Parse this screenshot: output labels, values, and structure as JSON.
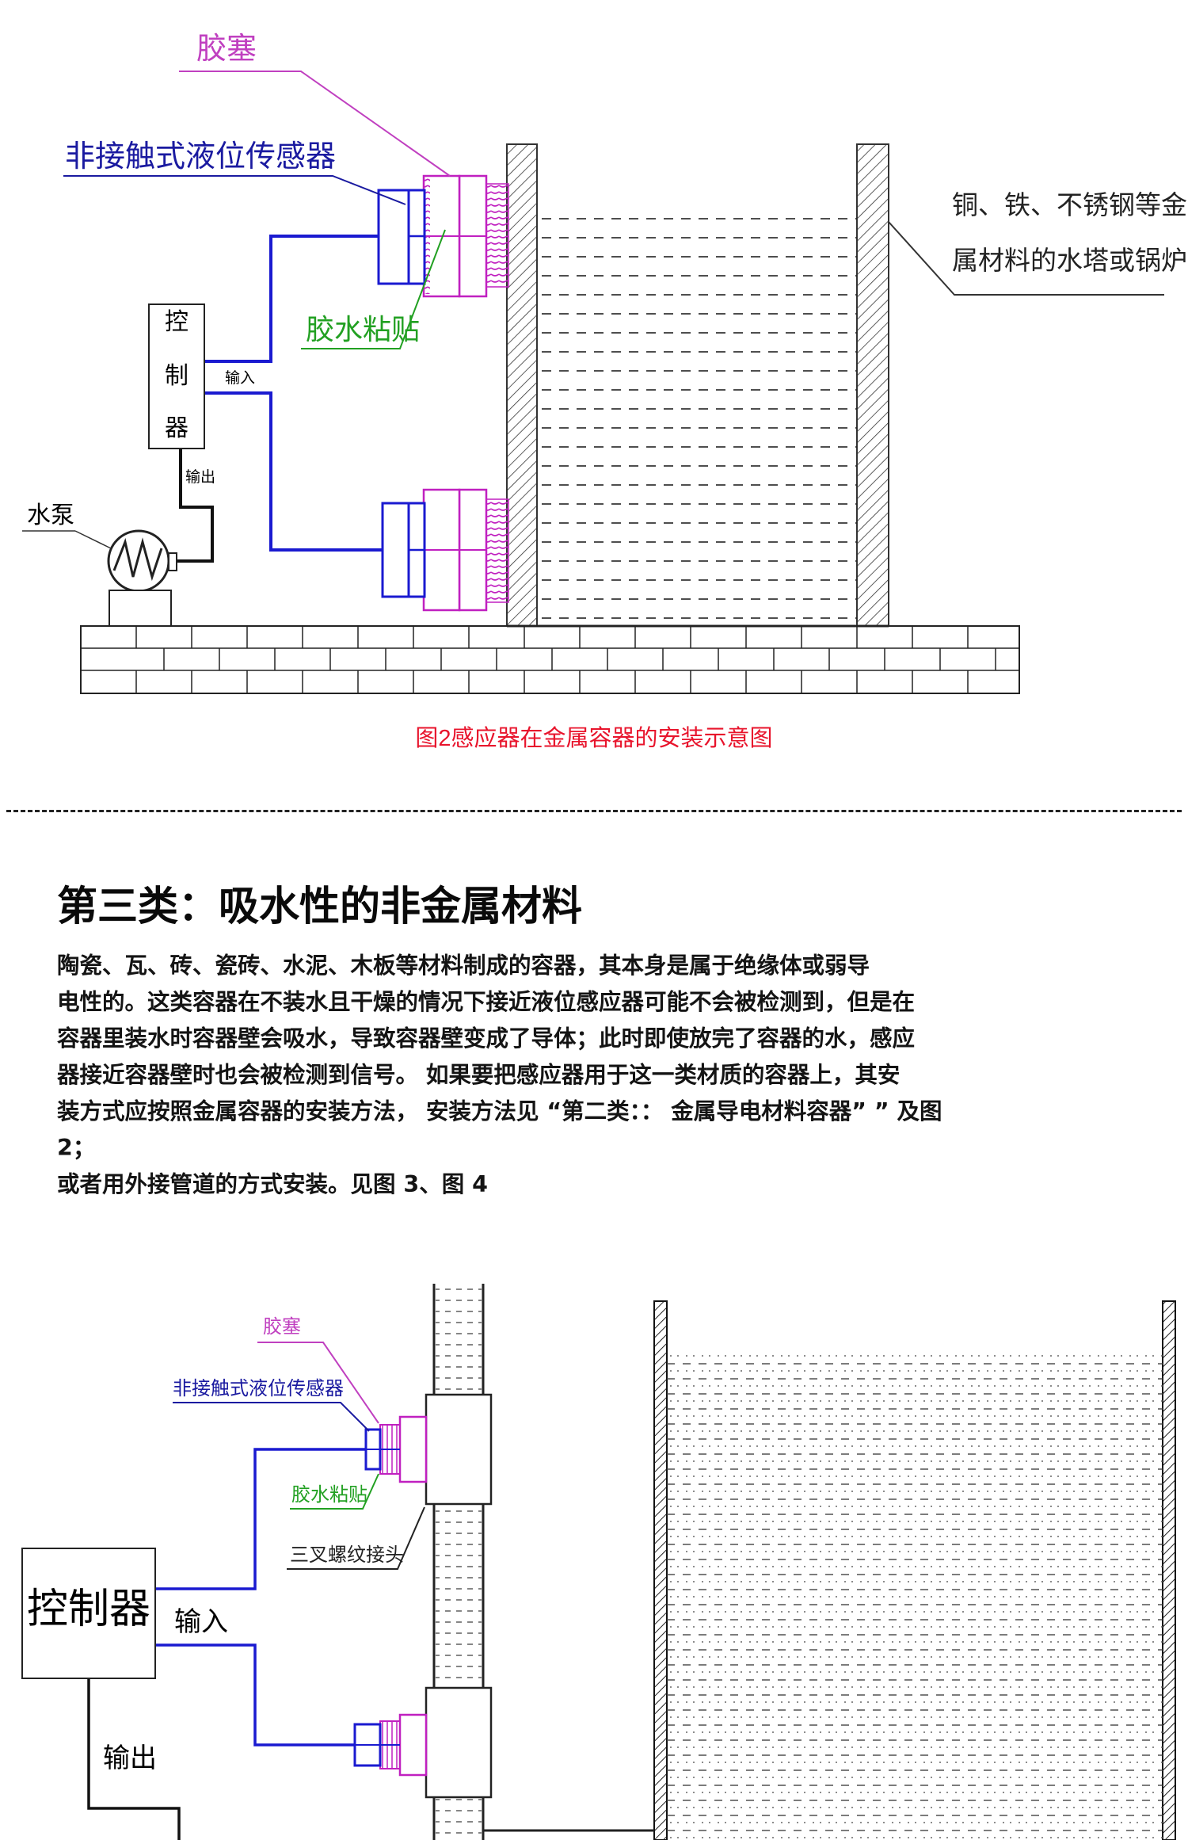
{
  "figure_top": {
    "label_plug": "胶塞",
    "label_sensor": "非接触式液位传感器",
    "label_glue": "胶水粘贴",
    "label_controller_chars": [
      "控",
      "制",
      "器"
    ],
    "label_input": "输入",
    "label_output": "输出",
    "label_pump": "水泵",
    "label_tank_line1": "铜、铁、不锈钢等金",
    "label_tank_line2": "属材料的水塔或锅炉",
    "caption": "图2感应器在金属容器的安装示意图"
  },
  "section": {
    "title": "第三类：吸水性的非金属材料",
    "paragraph_lines": [
      "陶瓷、瓦、砖、瓷砖、水泥、木板等材料制成的容器，其本身是属于绝缘体或弱导",
      "电性的。这类容器在不装水且干燥的情况下接近液位感应器可能不会被检测到，但是在",
      "容器里装水时容器壁会吸水，导致容器壁变成了导体；此时即使放完了容器的水，感应",
      "器接近容器壁时也会被检测到信号。 如果要把感应器用于这一类材质的容器上，其安",
      "装方式应按照金属容器的安装方法， 安装方法见 “第二类：： 金属导电材料容器” ” 及图",
      "2；"
    ],
    "paragraph_last": "或者用外接管道的方式安装。见图 3、图 4"
  },
  "figure_bottom": {
    "label_plug": "胶塞",
    "label_sensor": "非接触式液位传感器",
    "label_glue": "胶水粘贴",
    "label_tee": "三叉螺纹接头",
    "label_controller": "控制器",
    "label_input": "输入",
    "label_output": "输出"
  },
  "colors": {
    "caption_red": "#e8142c",
    "wire_blue": "#1a1ad0",
    "sensor_magenta": "#d020d0",
    "label_green": "#22a022",
    "label_purple": "#c040c0",
    "label_navy": "#1a1aa0"
  }
}
